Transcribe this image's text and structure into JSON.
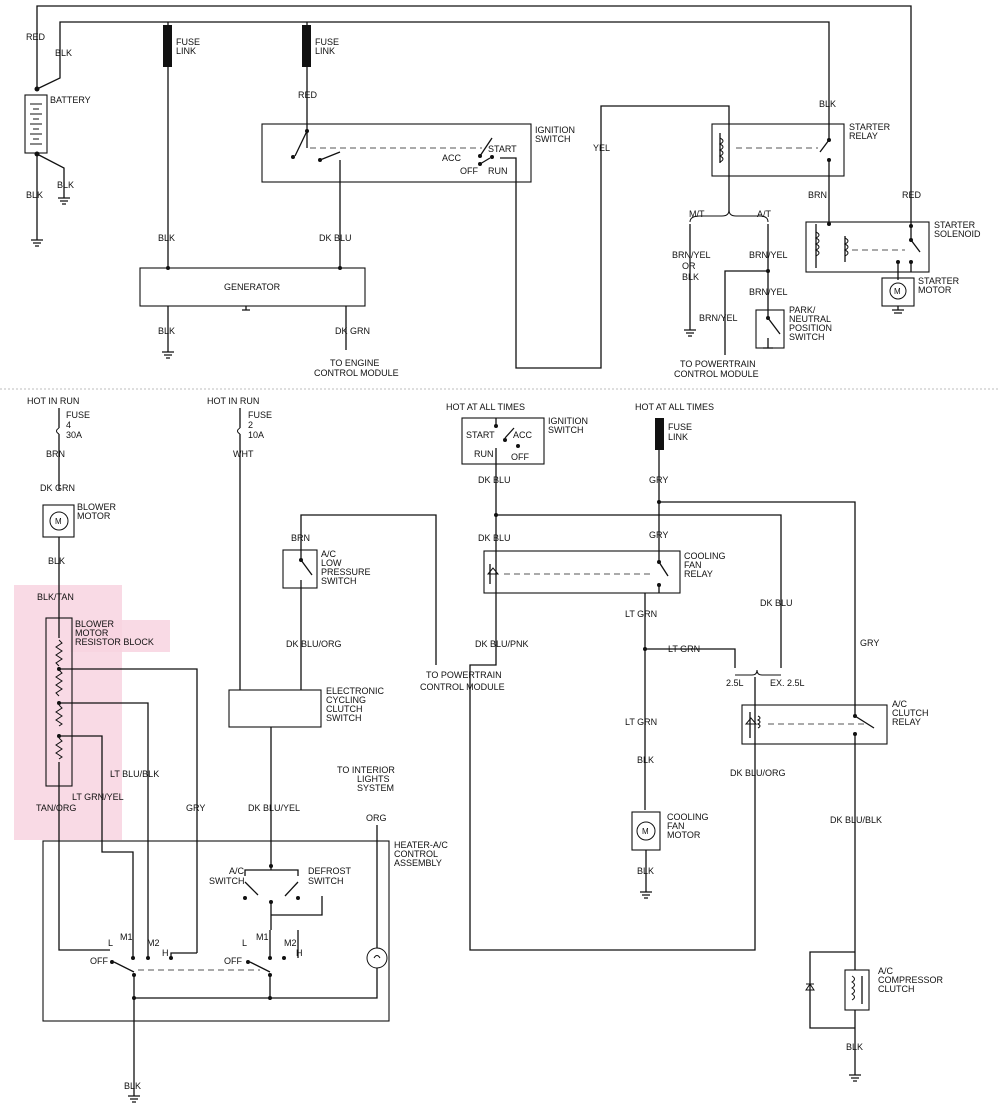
{
  "upper": {
    "battery": "BATTERY",
    "fuse_link": [
      "FUSE",
      "LINK"
    ],
    "generator": "GENERATOR",
    "ignition_switch": [
      "IGNITION",
      "SWITCH"
    ],
    "starter_relay": [
      "STARTER",
      "RELAY"
    ],
    "starter_solenoid": [
      "STARTER",
      "SOLENOID"
    ],
    "starter_motor": [
      "STARTER",
      "MOTOR"
    ],
    "park_neutral": [
      "PARK/",
      "NEUTRAL",
      "POSITION",
      "SWITCH"
    ],
    "to_ecm": [
      "TO ENGINE",
      "CONTROL MODULE"
    ],
    "to_pcm": [
      "TO POWERTRAIN",
      "CONTROL MODULE"
    ],
    "acc": "ACC",
    "off": "OFF",
    "start": "START",
    "run": "RUN",
    "mt": "M/T",
    "at": "A/T",
    "wires": {
      "red": "RED",
      "blk": "BLK",
      "yel": "YEL",
      "brn": "BRN",
      "dk_blu": "DK BLU",
      "dk_grn": "DK GRN",
      "brn_yel": "BRN/YEL",
      "or": "OR"
    }
  },
  "lower": {
    "hot_in_run": "HOT IN RUN",
    "hot_at_all_times": "HOT AT ALL TIMES",
    "fuse4": [
      "FUSE",
      "4",
      "30A"
    ],
    "fuse2": [
      "FUSE",
      "2",
      "10A"
    ],
    "fuse_link": [
      "FUSE",
      "LINK"
    ],
    "blower_motor": [
      "BLOWER",
      "MOTOR"
    ],
    "resistor_block": [
      "BLOWER",
      "MOTOR",
      "RESISTOR BLOCK"
    ],
    "ac_low_pressure": [
      "A/C",
      "LOW",
      "PRESSURE",
      "SWITCH"
    ],
    "ecc_switch": [
      "ELECTRONIC",
      "CYCLING",
      "CLUTCH",
      "SWITCH"
    ],
    "to_pcm": [
      "TO POWERTRAIN",
      "CONTROL MODULE"
    ],
    "to_interior": [
      "TO INTERIOR",
      "LIGHTS",
      "SYSTEM"
    ],
    "ignition_switch": [
      "IGNITION",
      "SWITCH"
    ],
    "cooling_fan_relay": [
      "COOLING",
      "FAN",
      "RELAY"
    ],
    "cooling_fan_motor": [
      "COOLING",
      "FAN",
      "MOTOR"
    ],
    "ac_clutch_relay": [
      "A/C",
      "CLUTCH",
      "RELAY"
    ],
    "ac_compressor_clutch": [
      "A/C",
      "COMPRESSOR",
      "CLUTCH"
    ],
    "heater_ac_control": [
      "HEATER-A/C",
      "CONTROL",
      "ASSEMBLY"
    ],
    "ac_switch": [
      "A/C",
      "SWITCH"
    ],
    "defrost_switch": [
      "DEFROST",
      "SWITCH"
    ],
    "l25": "2.5L",
    "ex25": "EX. 2.5L",
    "pos": {
      "l": "L",
      "m1": "M1",
      "m2": "M2",
      "h": "H",
      "off": "OFF"
    },
    "wires": {
      "brn": "BRN",
      "dk_grn": "DK GRN",
      "blk": "BLK",
      "blk_tan": "BLK/TAN",
      "tan_org": "TAN/ORG",
      "lt_grn_yel": "LT GRN/YEL",
      "lt_blu_blk": "LT BLU/BLK",
      "gry": "GRY",
      "wht": "WHT",
      "dk_blu_org": "DK BLU/ORG",
      "dk_blu_yel": "DK BLU/YEL",
      "org": "ORG",
      "dk_blu": "DK BLU",
      "dk_blu_pnk": "DK BLU/PNK",
      "lt_grn": "LT GRN",
      "dk_blu_blk": "DK BLU/BLK"
    }
  },
  "highlight_color": "#f8d4e0"
}
